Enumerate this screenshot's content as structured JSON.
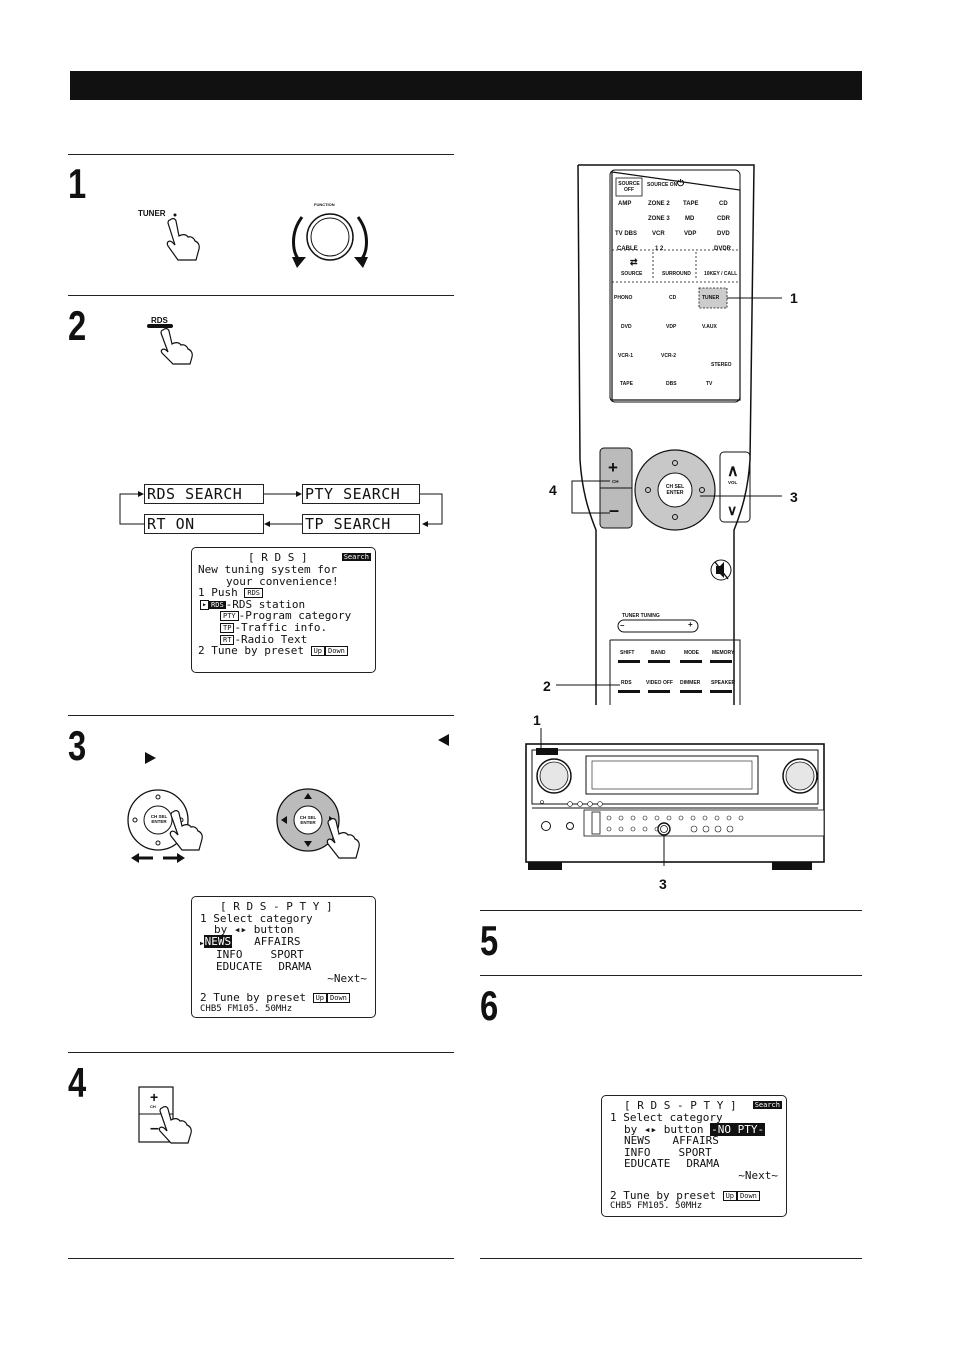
{
  "steps": {
    "s1": "1",
    "s2": "2",
    "s3": "3",
    "s4": "4",
    "s5": "5",
    "s6": "6"
  },
  "labels": {
    "tuner_btn": "TUNER",
    "function_knob": "FUNCTION",
    "rds_btn": "RDS",
    "ch_sel": "CH SEL",
    "enter": "ENTER",
    "ch": "CH"
  },
  "flow": {
    "rds_search": "RDS SEARCH",
    "pty_search": "PTY SEARCH",
    "rt_on": "RT ON",
    "tp_search": "TP SEARCH"
  },
  "osd_rds": {
    "title": "[ R D S ]",
    "search": "Search",
    "line1": "New tuning system for",
    "line2": "your convenience!",
    "line3": "1 Push",
    "rds_tag": "RDS",
    "rds_inv": "RDS",
    "rds_station": "-RDS station",
    "pty_tag": "PTY",
    "pty_desc": "-Program category",
    "tp_tag": "TP",
    "tp_desc": "-Traffic info.",
    "rt_tag": "RT",
    "rt_desc": "-Radio Text",
    "line_tune": "2 Tune by preset",
    "up": "Up",
    "down": "Down"
  },
  "osd_pty": {
    "title": "[ R D S - P T Y ]",
    "select": "1 Select category",
    "by": "by ◂▸ button",
    "news": "NEWS",
    "affairs": "AFFAIRS",
    "info": "INFO",
    "sport": "SPORT",
    "educate": "EDUCATE",
    "drama": "DRAMA",
    "next": "~Next~",
    "tune": "2 Tune by preset",
    "up": "Up",
    "down": "Down",
    "freq": "CHB5  FM105. 50MHz"
  },
  "osd_pty2": {
    "title": "[ R D S - P T Y ]",
    "search": "Search",
    "select": "1 Select category",
    "by": "by ◂▸ button",
    "no_pty": "-NO PTY-",
    "news": "NEWS",
    "affairs": "AFFAIRS",
    "info": "INFO",
    "sport": "SPORT",
    "educate": "EDUCATE",
    "drama": "DRAMA",
    "next": "~Next~",
    "tune": "2 Tune by preset",
    "up": "Up",
    "down": "Down",
    "freq": "CHB5  FM105. 50MHz"
  },
  "remote": {
    "source_off": "SOURCE OFF",
    "source_on": "SOURCE ON",
    "r1": [
      "AMP",
      "ZONE 2",
      "TAPE",
      "CD"
    ],
    "r2": [
      "",
      "ZONE 3",
      "MD",
      "CDR"
    ],
    "r3": [
      "TV DBS",
      "VCR",
      "VDP",
      "DVD"
    ],
    "r4": [
      "CABLE",
      "1 2",
      "",
      "DVDR"
    ],
    "source": "SOURCE",
    "surround": "SURROUND",
    "tenkey": "10KEY / CALL",
    "phono": "PHONO",
    "cd": "CD",
    "tuner": "TUNER",
    "dvd": "DVD",
    "vdp": "VDP",
    "vaux": "V.AUX",
    "vcr1": "VCR-1",
    "vcr2": "VCR-2",
    "stereo": "STEREO",
    "tape": "TAPE",
    "dbs": "DBS",
    "tv": "TV",
    "vol": "VOL",
    "tuner_tuning": "TUNER TUNING",
    "row_a": [
      "SHIFT",
      "BAND",
      "MODE",
      "MEMORY"
    ],
    "row_b": [
      "RDS",
      "VIDEO OFF",
      "DIMMER",
      "SPEAKER"
    ]
  },
  "callouts": {
    "c1": "1",
    "c2": "2",
    "c3": "3",
    "c4": "4",
    "r1": "1",
    "r3": "3"
  }
}
